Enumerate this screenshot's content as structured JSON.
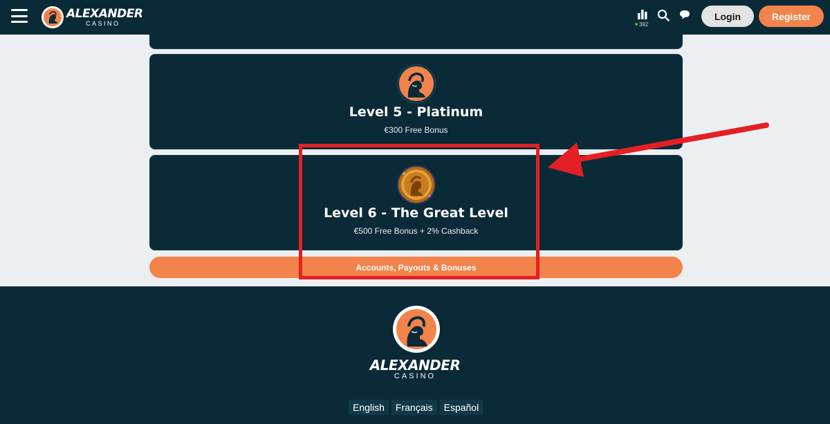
{
  "header": {
    "brand_name": "ALEXANDER",
    "brand_sub": "CASINO",
    "stats_count": "392",
    "login_label": "Login",
    "register_label": "Register",
    "icons": [
      "menu-icon",
      "stats-icon",
      "search-icon",
      "chat-icon"
    ]
  },
  "levels": [
    {
      "title": "Level 5 - Platinum",
      "bonus": "€300 Free Bonus",
      "icon": "bust-medallion-icon"
    },
    {
      "title": "Level 6 - The Great Level",
      "bonus": "€500 Free Bonus + 2% Cashback",
      "icon": "gold-coin-icon"
    }
  ],
  "cta": {
    "label": "Accounts, Payouts & Bonuses"
  },
  "footer": {
    "brand_name": "ALEXANDER",
    "brand_sub": "CASINO",
    "languages": [
      "English",
      "Français",
      "Español"
    ]
  },
  "colors": {
    "dark": "#0b2a37",
    "accent": "#f2834a",
    "annotation": "#e51f24",
    "background": "#eceff1"
  }
}
